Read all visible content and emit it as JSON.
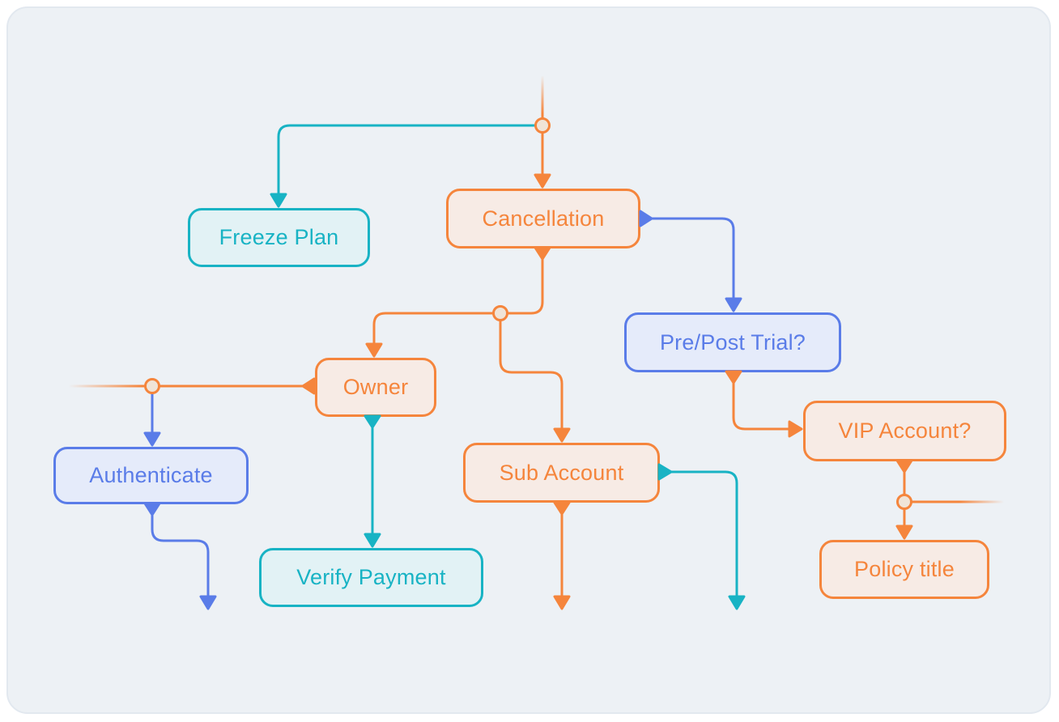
{
  "colors": {
    "orange": "#F5853C",
    "orange_fill": "#F7EBE5",
    "teal": "#18B3C4",
    "teal_fill": "#E2F2F5",
    "blue": "#5A7CE8",
    "blue_fill": "#E5EBFA",
    "junction_fill": "#F0E4D7",
    "canvas_bg": "#EDF1F5",
    "page_bg": "#FFFFFF",
    "panel_border": "#E2E8EF"
  },
  "diagram": {
    "type": "flowchart",
    "nodes": [
      {
        "id": "freeze-plan",
        "label": "Freeze Plan",
        "scheme": "teal"
      },
      {
        "id": "cancellation",
        "label": "Cancellation",
        "scheme": "orange"
      },
      {
        "id": "pre-post-trial",
        "label": "Pre/Post Trial?",
        "scheme": "blue"
      },
      {
        "id": "owner",
        "label": "Owner",
        "scheme": "orange"
      },
      {
        "id": "authenticate",
        "label": "Authenticate",
        "scheme": "blue"
      },
      {
        "id": "sub-account",
        "label": "Sub Account",
        "scheme": "orange"
      },
      {
        "id": "verify-payment",
        "label": "Verify Payment",
        "scheme": "teal"
      },
      {
        "id": "vip-account",
        "label": "VIP Account?",
        "scheme": "orange"
      },
      {
        "id": "policy-title",
        "label": "Policy title",
        "scheme": "orange"
      }
    ],
    "junctions": [
      {
        "id": "junction-a",
        "on": "edge into cancellation (top)"
      },
      {
        "id": "junction-b",
        "on": "edge cancellation to owner"
      },
      {
        "id": "junction-c",
        "on": "edge owner to off-canvas-left"
      },
      {
        "id": "junction-d",
        "on": "edge vip-account to policy-title"
      }
    ],
    "edges": [
      {
        "id": "top-into-cancellation",
        "from": "off-canvas-top",
        "to": "cancellation",
        "color": "orange",
        "via": [
          "junction-a"
        ],
        "fade": "start"
      },
      {
        "id": "junction-a-to-freeze-plan",
        "from": "junction-a",
        "to": "freeze-plan",
        "color": "teal"
      },
      {
        "id": "cancellation-to-pre-post",
        "from": "cancellation",
        "to": "pre-post-trial",
        "color": "blue"
      },
      {
        "id": "cancellation-to-owner",
        "from": "cancellation",
        "to": "owner",
        "color": "orange",
        "via": [
          "junction-b"
        ]
      },
      {
        "id": "junction-b-to-sub-account",
        "from": "junction-b",
        "to": "sub-account",
        "color": "orange"
      },
      {
        "id": "owner-to-off-canvas-left",
        "from": "owner",
        "to": "off-canvas-left",
        "color": "orange",
        "via": [
          "junction-c"
        ],
        "fade": "end"
      },
      {
        "id": "junction-c-to-authenticate",
        "from": "junction-c",
        "to": "authenticate",
        "color": "blue"
      },
      {
        "id": "owner-to-verify-payment",
        "from": "owner",
        "to": "verify-payment",
        "color": "teal"
      },
      {
        "id": "pre-post-to-vip-account",
        "from": "pre-post-trial",
        "to": "vip-account",
        "color": "orange"
      },
      {
        "id": "vip-account-to-policy-title",
        "from": "vip-account",
        "to": "policy-title",
        "color": "orange",
        "via": [
          "junction-d"
        ]
      },
      {
        "id": "junction-d-to-off-canvas-right",
        "from": "junction-d",
        "to": "off-canvas-right",
        "color": "orange",
        "fade": "end"
      },
      {
        "id": "authenticate-down",
        "from": "authenticate",
        "to": "off-canvas-bottom",
        "color": "blue"
      },
      {
        "id": "sub-account-down",
        "from": "sub-account",
        "to": "off-canvas-bottom",
        "color": "orange"
      },
      {
        "id": "sub-account-right-down",
        "from": "sub-account",
        "to": "off-canvas-bottom",
        "color": "teal"
      }
    ]
  }
}
